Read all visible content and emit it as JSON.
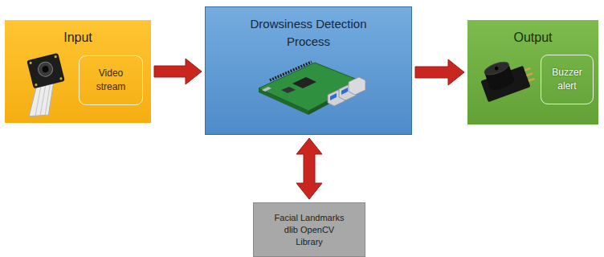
{
  "diagram": {
    "nodes": [
      {
        "text": [
          "Input"
        ]
      },
      {
        "text": [
          "Video stream"
        ],
        "in": 0
      },
      {
        "text": [
          "Drowsiness Detection Process"
        ]
      },
      {
        "text": [
          "Output"
        ]
      },
      {
        "text": [
          "Buzzer alert"
        ],
        "in": 3
      },
      {
        "text": [
          "Facial Landmarks dlib OpenCV Library"
        ]
      }
    ],
    "edges": [
      {
        "from": 0,
        "to": 2,
        "arrow": "to"
      },
      {
        "from": 2,
        "to": 3,
        "arrow": "to"
      },
      {
        "from": 2,
        "to": 5,
        "arrow": "both"
      }
    ]
  }
}
